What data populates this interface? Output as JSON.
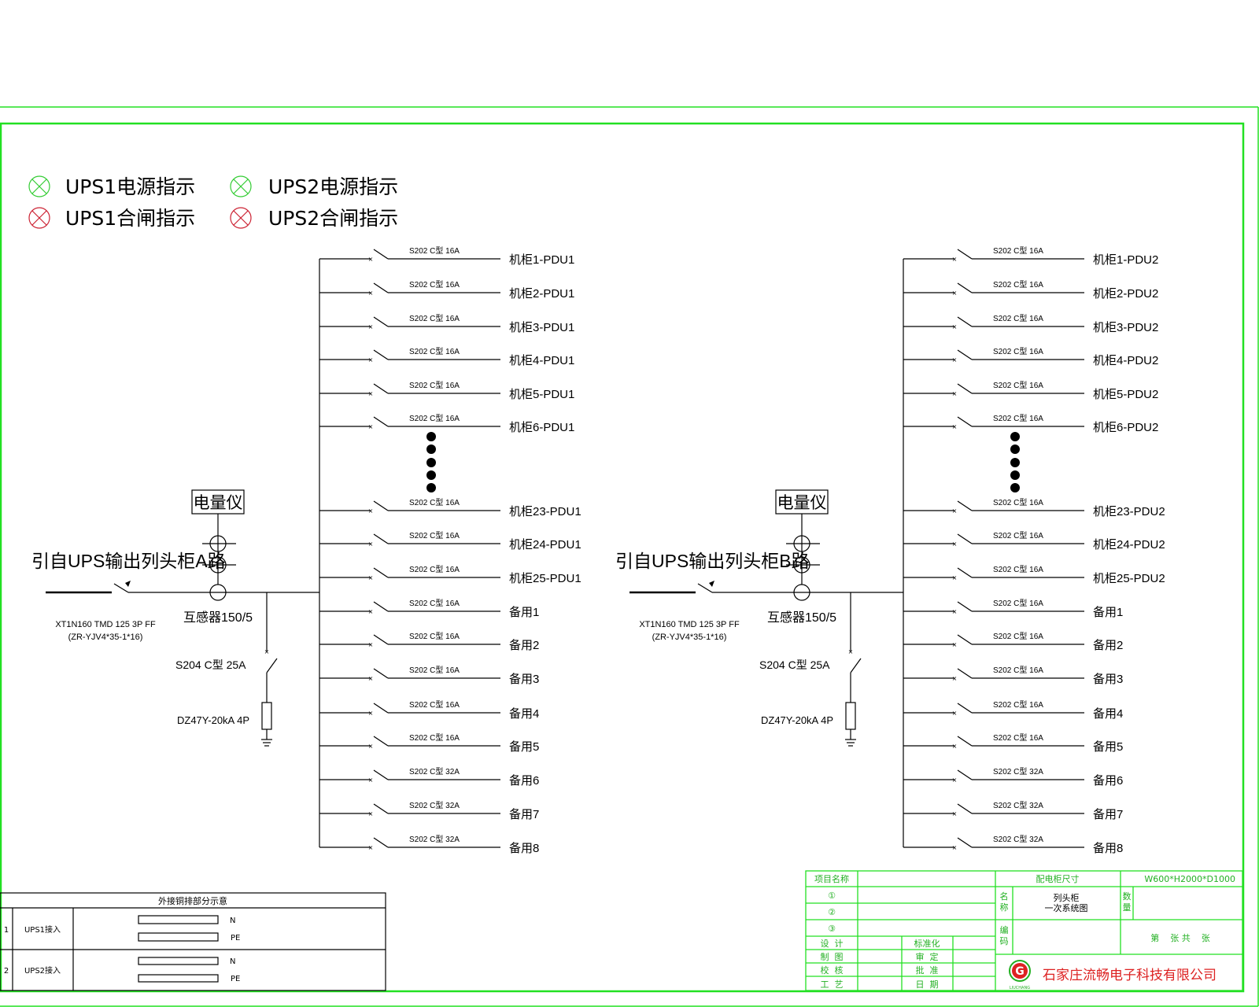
{
  "colors": {
    "frame": "#22e022",
    "power_indicator": "#33cc33",
    "closing_indicator": "#cc2233",
    "company": "#dd2222"
  },
  "legend": [
    {
      "label": "UPS1电源指示",
      "icon": "indicator-lamp-icon",
      "color": "#33cc33"
    },
    {
      "label": "UPS2电源指示",
      "icon": "indicator-lamp-icon",
      "color": "#33cc33"
    },
    {
      "label": "UPS1合闸指示",
      "icon": "indicator-lamp-icon",
      "color": "#cc2233"
    },
    {
      "label": "UPS2合闸指示",
      "icon": "indicator-lamp-icon",
      "color": "#cc2233"
    }
  ],
  "sides": [
    {
      "source": "引自UPS输出列头柜A路",
      "meter": "电量仪",
      "ct": "互感器150/5",
      "main_breaker": "XT1N160 TMD 125 3P FF",
      "cable": "(ZR-YJV4*35-1*16)",
      "spd_breaker": "S204 C型 25A",
      "spd": "DZ47Y-20kA 4P",
      "branches": [
        {
          "breaker": "S202 C型 16A",
          "load": "机柜1-PDU1"
        },
        {
          "breaker": "S202 C型 16A",
          "load": "机柜2-PDU1"
        },
        {
          "breaker": "S202 C型 16A",
          "load": "机柜3-PDU1"
        },
        {
          "breaker": "S202 C型 16A",
          "load": "机柜4-PDU1"
        },
        {
          "breaker": "S202 C型 16A",
          "load": "机柜5-PDU1"
        },
        {
          "breaker": "S202 C型 16A",
          "load": "机柜6-PDU1"
        },
        {
          "breaker": "S202 C型 16A",
          "load": "机柜23-PDU1"
        },
        {
          "breaker": "S202 C型 16A",
          "load": "机柜24-PDU1"
        },
        {
          "breaker": "S202 C型 16A",
          "load": "机柜25-PDU1"
        },
        {
          "breaker": "S202 C型 16A",
          "load": "备用1"
        },
        {
          "breaker": "S202 C型 16A",
          "load": "备用2"
        },
        {
          "breaker": "S202 C型 16A",
          "load": "备用3"
        },
        {
          "breaker": "S202 C型 16A",
          "load": "备用4"
        },
        {
          "breaker": "S202 C型 16A",
          "load": "备用5"
        },
        {
          "breaker": "S202 C型 32A",
          "load": "备用6"
        },
        {
          "breaker": "S202 C型 32A",
          "load": "备用7"
        },
        {
          "breaker": "S202 C型 32A",
          "load": "备用8"
        }
      ]
    },
    {
      "source": "引自UPS输出列头柜B路",
      "meter": "电量仪",
      "ct": "互感器150/5",
      "main_breaker": "XT1N160 TMD 125 3P FF",
      "cable": "(ZR-YJV4*35-1*16)",
      "spd_breaker": "S204 C型 25A",
      "spd": "DZ47Y-20kA 4P",
      "branches": [
        {
          "breaker": "S202 C型 16A",
          "load": "机柜1-PDU2"
        },
        {
          "breaker": "S202 C型 16A",
          "load": "机柜2-PDU2"
        },
        {
          "breaker": "S202 C型 16A",
          "load": "机柜3-PDU2"
        },
        {
          "breaker": "S202 C型 16A",
          "load": "机柜4-PDU2"
        },
        {
          "breaker": "S202 C型 16A",
          "load": "机柜5-PDU2"
        },
        {
          "breaker": "S202 C型 16A",
          "load": "机柜6-PDU2"
        },
        {
          "breaker": "S202 C型 16A",
          "load": "机柜23-PDU2"
        },
        {
          "breaker": "S202 C型 16A",
          "load": "机柜24-PDU2"
        },
        {
          "breaker": "S202 C型 16A",
          "load": "机柜25-PDU2"
        },
        {
          "breaker": "S202 C型 16A",
          "load": "备用1"
        },
        {
          "breaker": "S202 C型 16A",
          "load": "备用2"
        },
        {
          "breaker": "S202 C型 16A",
          "load": "备用3"
        },
        {
          "breaker": "S202 C型 16A",
          "load": "备用4"
        },
        {
          "breaker": "S202 C型 16A",
          "load": "备用5"
        },
        {
          "breaker": "S202 C型 32A",
          "load": "备用6"
        },
        {
          "breaker": "S202 C型 32A",
          "load": "备用7"
        },
        {
          "breaker": "S202 C型 32A",
          "load": "备用8"
        }
      ]
    }
  ],
  "busbar_table": {
    "title": "外接铜排部分示意",
    "rows": [
      {
        "no": "1",
        "name": "UPS1接入",
        "bars": [
          "N",
          "PE"
        ]
      },
      {
        "no": "2",
        "name": "UPS2接入",
        "bars": [
          "N",
          "PE"
        ]
      }
    ]
  },
  "title_block": {
    "project_label": "项目名称",
    "items": [
      "①",
      "②",
      "③"
    ],
    "left_roles": [
      "设  计",
      "制  图",
      "校  核",
      "工  艺"
    ],
    "mid_roles": [
      "标准化",
      "审  定",
      "批  准",
      "日  期"
    ],
    "size_label": "配电柜尺寸",
    "size_value": "W600*H2000*D1000",
    "name_label_1": "名",
    "name_label_2": "称",
    "name_value_1": "列头柜",
    "name_value_2": "一次系统图",
    "qty_label_1": "数",
    "qty_label_2": "量",
    "code_label_1": "编",
    "code_label_2": "码",
    "sheet": "第    张 共    张",
    "company": "石家庄流畅电子科技有限公司",
    "logo_text": "LIUCHANG"
  }
}
